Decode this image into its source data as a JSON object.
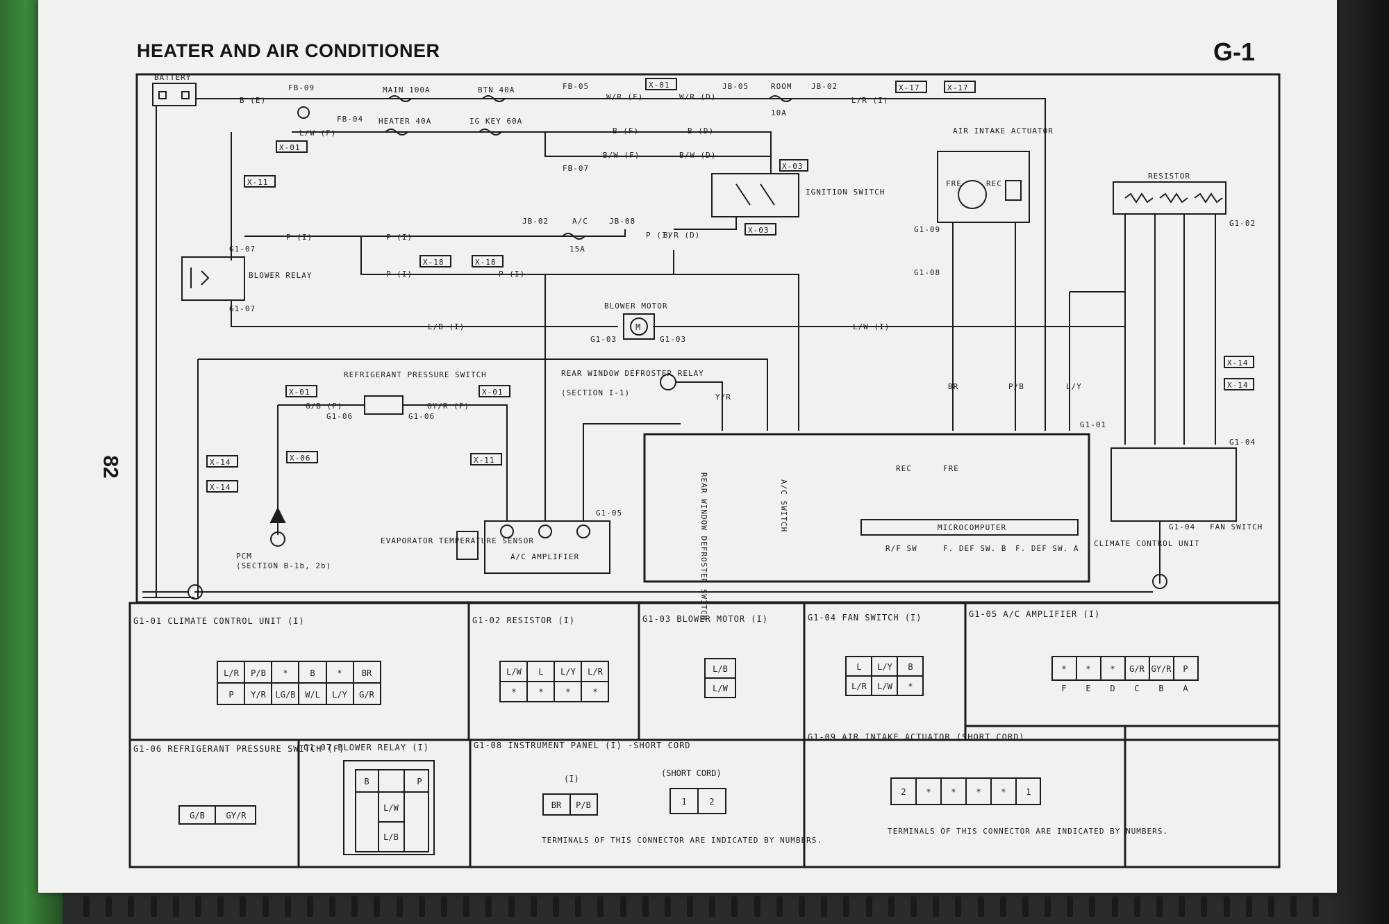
{
  "header": {
    "title": "HEATER AND AIR CONDITIONER",
    "section": "G-1",
    "page_number": "82"
  },
  "components": {
    "battery": "BATTERY",
    "fuses": {
      "fb09": "FB-09",
      "main": "MAIN 100A",
      "btn": "BTN 40A",
      "fb05": "FB-05",
      "fb04": "FB-04",
      "heater": "HEATER 40A",
      "igkey": "IG KEY 60A",
      "fb07": "FB-07",
      "jb05": "JB-05",
      "room": "ROOM",
      "room_amp": "10A",
      "jb02": "JB-02",
      "ac": "A/C",
      "ac_amp": "15A",
      "jb08": "JB-08",
      "jb02b": "JB-02"
    },
    "ignition_switch": "IGNITION SWITCH",
    "air_intake_actuator": "AIR INTAKE ACTUATOR",
    "fre": "FRE",
    "rec": "REC",
    "resistor": "RESISTOR",
    "blower_relay": "BLOWER RELAY",
    "blower_motor": "BLOWER MOTOR",
    "refrigerant_pressure_switch": "REFRIGERANT PRESSURE SWITCH",
    "rear_window_defroster_relay": "REAR WINDOW DEFROSTER RELAY",
    "rear_section": "(SECTION I-1)",
    "pcm": "PCM",
    "pcm_section": "(SECTION B-1b, 2b)",
    "evaporator_sensor": "EVAPORATOR TEMPERATURE SENSOR",
    "ac_amplifier": "A/C AMPLIFIER",
    "microcomputer": "MICROCOMPUTER",
    "rear_window_switch": "REAR WINDOW DEFROSTER SWITCH",
    "ac_switch": "A/C SWITCH",
    "rf_sw": "R/F SW",
    "fdef_b": "F. DEF SW. B",
    "fdef_a": "F. DEF SW. A",
    "climate_control_unit": "CLIMATE CONTROL UNIT",
    "fan_switch": "FAN SWITCH"
  },
  "wires": {
    "b_e": "B (E)",
    "w_r_f": "W/R (F)",
    "w_r_d": "W/R (D)",
    "l_r_i": "L/R (I)",
    "l_w_f": "L/W (F)",
    "b_f": "B (F)",
    "b_d": "B (D)",
    "b_w_f": "B/W (F)",
    "b_w_d": "B/W (D)",
    "p_i": "P (I)",
    "b_r_d": "B/R (D)",
    "l_b_i": "L/B (I)",
    "l_w_i": "L/W (I)",
    "g_b_f": "G/B (F)",
    "gy_r_f": "GY/R (F)",
    "y_r": "Y/R",
    "br": "BR",
    "p_b": "P/B",
    "l_y": "L/Y"
  },
  "connector_tags": {
    "x01": "X-01",
    "x03": "X-03",
    "x06": "X-06",
    "x11": "X-11",
    "x14": "X-14",
    "x17": "X-17",
    "x18": "X-18"
  },
  "connector_ids": {
    "g101": "G1-01",
    "g102": "G1-02",
    "g103": "G1-03",
    "g104": "G1-04",
    "g105": "G1-05",
    "g106": "G1-06",
    "g107": "G1-07",
    "g108": "G1-08",
    "g109": "G1-09"
  },
  "tables": {
    "t1": {
      "title": "G1-01 CLIMATE CONTROL UNIT (I)",
      "row1": [
        "L/R",
        "P/B",
        "*",
        "B",
        "*",
        "BR"
      ],
      "row2": [
        "P",
        "Y/R",
        "LG/B",
        "W/L",
        "L/Y",
        "G/R"
      ]
    },
    "t2": {
      "title": "G1-02 RESISTOR (I)",
      "row1": [
        "L/W",
        "L",
        "L/Y",
        "L/R"
      ],
      "row2": [
        "*",
        "*",
        "*",
        "*"
      ]
    },
    "t3": {
      "title": "G1-03 BLOWER MOTOR (I)",
      "cells": [
        "L/B",
        "L/W"
      ]
    },
    "t4": {
      "title": "G1-04 FAN SWITCH (I)",
      "row1": [
        "L",
        "L/Y",
        "B"
      ],
      "row2": [
        "L/R",
        "L/W",
        "*"
      ]
    },
    "t5": {
      "title": "G1-05 A/C AMPLIFIER (I)",
      "row1": [
        "*",
        "*",
        "*",
        "G/R",
        "GY/R",
        "P"
      ],
      "letters": [
        "F",
        "E",
        "D",
        "C",
        "B",
        "A"
      ]
    },
    "t6": {
      "title": "G1-06 REFRIGERANT PRESSURE SWITCH (F)",
      "cells": [
        "G/B",
        "GY/R"
      ]
    },
    "t7": {
      "title": "G1-07 BLOWER RELAY (I)",
      "cells": [
        "B",
        "P",
        "L/W",
        "L/B"
      ]
    },
    "t8": {
      "title": "G1-08 INSTRUMENT PANEL (I) -SHORT CORD",
      "label_i": "(I)",
      "label_short": "(SHORT CORD)",
      "cells_i": [
        "BR",
        "P/B"
      ],
      "cells_short": [
        "1",
        "2"
      ],
      "note": "TERMINALS OF THIS CONNECTOR ARE INDICATED BY NUMBERS."
    },
    "t9": {
      "title": "G1-09 AIR INTAKE ACTUATOR (SHORT CORD)",
      "cells": [
        "2",
        "*",
        "*",
        "*",
        "*",
        "1"
      ],
      "note": "TERMINALS OF THIS CONNECTOR ARE INDICATED BY NUMBERS."
    }
  }
}
